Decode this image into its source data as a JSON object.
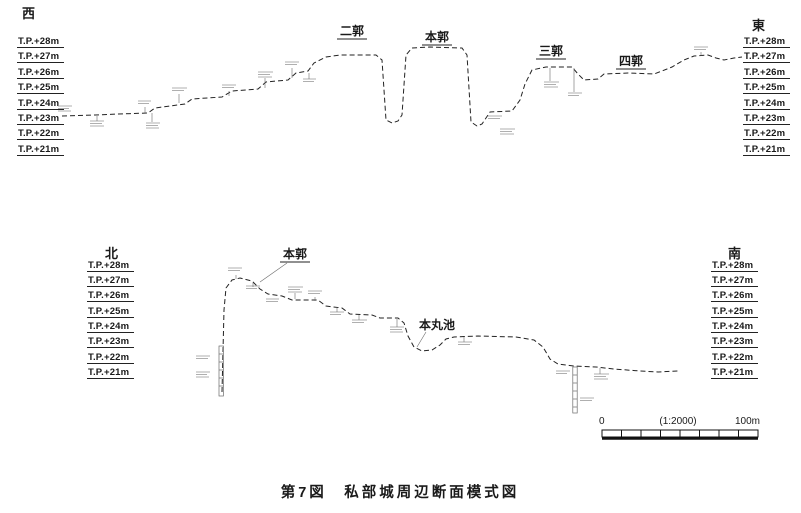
{
  "figure": {
    "caption": "第7図　私部城周辺断面模式図"
  },
  "elevation_labels": [
    "T.P.+28m",
    "T.P.+27m",
    "T.P.+26m",
    "T.P.+25m",
    "T.P.+24m",
    "T.P.+23m",
    "T.P.+22m",
    "T.P.+21m"
  ],
  "top_profile": {
    "left_direction": "西",
    "right_direction": "東",
    "features": {
      "nikaku": "二郭",
      "honkaku": "本郭",
      "sankaku": "三郭",
      "shikaku": "四郭"
    }
  },
  "bottom_profile": {
    "left_direction": "北",
    "right_direction": "南",
    "features": {
      "honkaku": "本郭",
      "honmaru_ike": "本丸池"
    }
  },
  "scale_bar": {
    "zero": "0",
    "ratio": "(1:2000)",
    "max": "100m"
  },
  "colors": {
    "line": "#222222",
    "annotation": "#8d8d8d"
  }
}
